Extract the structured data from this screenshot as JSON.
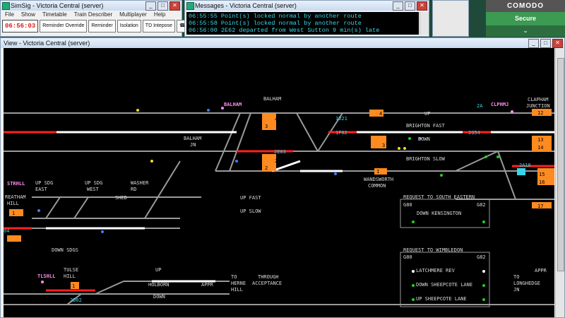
{
  "app": {
    "title": "SimSig - Victoria Central (server)",
    "menu": [
      "File",
      "Show",
      "Timetable",
      "Train Describer",
      "Multiplayer",
      "Help"
    ],
    "clock": "06:56:03",
    "buttons": [
      "Reminder Override",
      "Reminder",
      "Isolation",
      "TD Intepose"
    ]
  },
  "messages": {
    "title": "Messages - Victoria Central (server)",
    "lines": [
      "06:55:55 Point(s) locked normal by another route",
      "06:55:58 Point(s) locked normal by another route",
      "06:56:00 2E62 departed from West Sutton 9 min(s) late"
    ]
  },
  "antivirus": {
    "brand": "COMODO",
    "status": "Secure",
    "chevron": "⌄"
  },
  "view": {
    "title": "View - Victoria Central (server)",
    "labels": {
      "balham_top": "BALHAM",
      "balham_tag": "BALHAM",
      "clphmj_tag": "CLPHMJ",
      "clapham1": "CLAPHAM",
      "clapham2": "JUNCTION",
      "balham_jn1": "BALHAM",
      "balham_jn2": "JN",
      "up": "UP",
      "brighton_fast": "BRIGHTON FAST",
      "down": "DOWN",
      "brighton_slow": "BRIGHTON SLOW",
      "wandsworth1": "WANDSWORTH",
      "wandsworth2": "COMMON",
      "strhll_tag": "STRHLL",
      "streatham1": "REATHAM",
      "streatham2": "HILL",
      "up_sdg_east1": "UP SDG",
      "up_sdg_east2": "EAST",
      "up_sdg_west1": "UP SDG",
      "up_sdg_west2": "WEST",
      "washer1": "WASHER",
      "washer2": "RD",
      "shed": "SHED",
      "up_fast": "UP FAST",
      "up_slow": "UP SLOW",
      "down_sdgs": "DOWN SDGS",
      "req_se": "REQUEST TO SOUTH EASTERN",
      "g80a": "G80",
      "g82a": "G82",
      "down_kensington": "DOWN KENSINGTON",
      "req_wim": "REQUEST TO WIMBLEDON",
      "g80b": "G80",
      "g82b": "G82",
      "latchmere": "LATCHMERE REV",
      "down_sheepcote": "DOWN SHEEPCOTE LANE",
      "up_sheepcote": "UP SHEEPCOTE LANE",
      "tlshll_tag": "TLSHLL",
      "tulse1": "TULSE",
      "tulse2": "HILL",
      "up2": "UP",
      "down2": "DOWN",
      "holborn": "HOLBORN",
      "appr1": "APPR",
      "to_herne1": "TO",
      "to_herne2": "HERNE",
      "to_herne3": "HILL",
      "through1": "THROUGH",
      "through2": "ACCEPTANCE",
      "appr2": "APPR",
      "to_long1": "TO",
      "to_long2": "LONGHEDGE",
      "to_long3": "JN"
    },
    "headcodes": [
      "1D21",
      "1F02",
      "2E03",
      "2G54",
      "2A16",
      "2D02",
      "2A"
    ],
    "berths": [
      "4",
      "3",
      "4",
      "3",
      "2",
      "2",
      "1",
      "12",
      "13",
      "14",
      "15",
      "16",
      "17",
      "1",
      "1",
      "04",
      "2"
    ]
  }
}
